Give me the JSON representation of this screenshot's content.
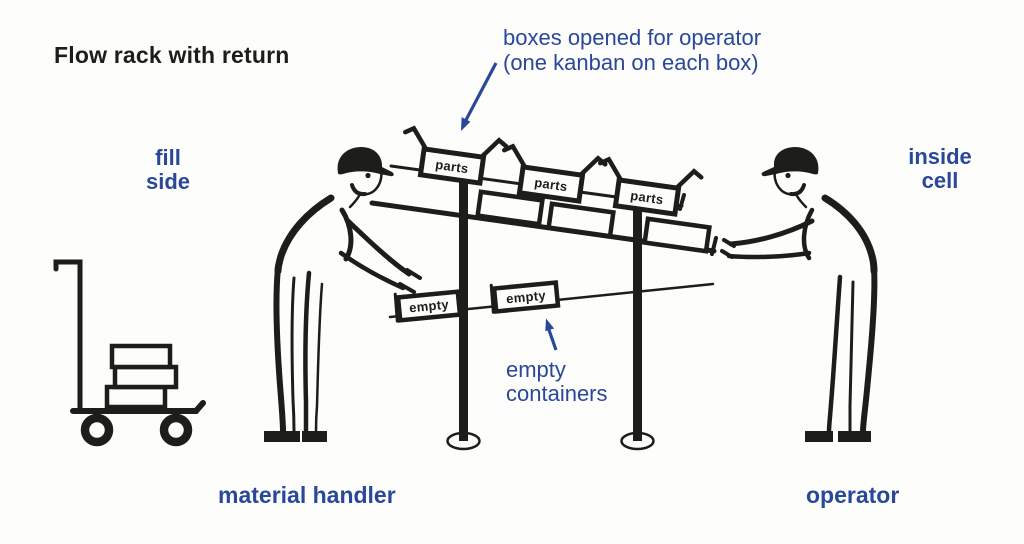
{
  "title": "Flow rack with return",
  "colors": {
    "ink": "#1d1d1b",
    "blue": "#2a4899",
    "background": "#fdfdfb"
  },
  "labels": {
    "fill_side": {
      "line1": "fill",
      "line2": "side"
    },
    "inside_cell": {
      "line1": "inside",
      "line2": "cell"
    },
    "material_handler": "material handler",
    "operator": "operator"
  },
  "annotations": {
    "boxes_opened": {
      "line1": "boxes opened for operator",
      "line2": "(one kanban on each box)"
    },
    "empty_containers": {
      "line1": "empty",
      "line2": "containers"
    }
  },
  "rack": {
    "parts_boxes": [
      "parts",
      "parts",
      "parts"
    ],
    "empty_boxes": [
      "empty",
      "empty"
    ]
  }
}
